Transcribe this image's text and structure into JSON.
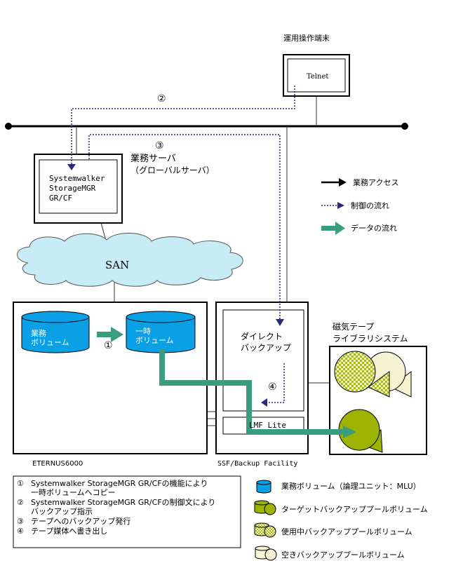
{
  "terminal": {
    "title": "運用操作端末",
    "label": "Telnet"
  },
  "server": {
    "title": "業務サーバ",
    "subtitle": "（グローバルサーバ）",
    "software": "Systemwalker\nStorageMGR\nGR/CF"
  },
  "san": {
    "label": "SAN"
  },
  "eternus": {
    "caption": "ETERNUS6000",
    "business_volume": "業務\nボリューム",
    "temp_volume": "一時\nボリューム",
    "step_marker": "①"
  },
  "ssf": {
    "caption": "SSF/Backup Facility",
    "direct_backup": "ダイレクト\nバックアップ",
    "lmf": "LMF Lite",
    "step_marker": "④"
  },
  "library": {
    "title": "磁気テープ\nライブラリシステム"
  },
  "flow_markers": {
    "control": "②",
    "backup_issue": "③"
  },
  "legend": {
    "items": [
      {
        "label": "業務アクセス",
        "style": "solid-black"
      },
      {
        "label": "制御の流れ",
        "style": "dotted-navy"
      },
      {
        "label": "データの流れ",
        "style": "thick-green"
      }
    ]
  },
  "notes": [
    {
      "num": "①",
      "text": "Systemwalker StorageMGR GR/CFの機能により\n一時ボリュームへコピー"
    },
    {
      "num": "②",
      "text": "Systemwalker StorageMGR GR/CFの制御文により\nバックアップ指示"
    },
    {
      "num": "③",
      "text": "テープへのバックアップ発行"
    },
    {
      "num": "④",
      "text": "テープ媒体へ書き出し"
    }
  ],
  "volume_legend": [
    {
      "label": "業務ボリューム（論理ユニット：MLU）",
      "icon": "blue-cylinder-icon"
    },
    {
      "label": "ターゲットバックアッププールボリューム",
      "icon": "green-tape-icon"
    },
    {
      "label": "使用中バックアッププールボリューム",
      "icon": "checkered-tape-icon"
    },
    {
      "label": "空きバックアッププールボリューム",
      "icon": "empty-tape-icon"
    }
  ],
  "colors": {
    "cylinder_blue": "#0aa0e6",
    "data_green": "#3a9d80",
    "control_navy": "#2a2a7a",
    "tape_green": "#9cb300",
    "tape_cream": "#f6f3d2"
  }
}
